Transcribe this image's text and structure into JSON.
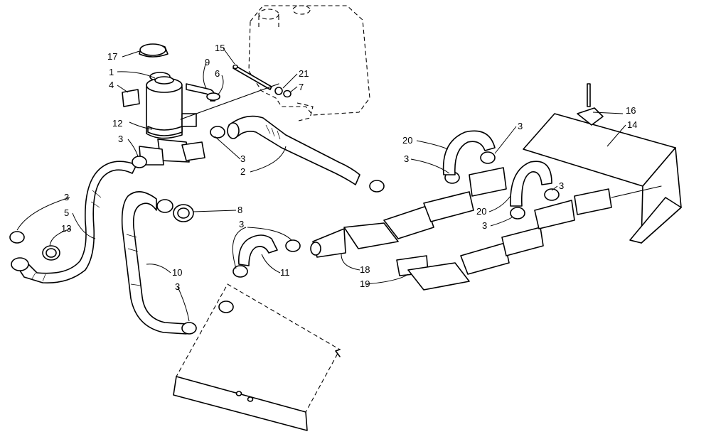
{
  "callouts": [
    {
      "id": "c17",
      "text": "17"
    },
    {
      "id": "c1",
      "text": "1"
    },
    {
      "id": "c4",
      "text": "4"
    },
    {
      "id": "c12",
      "text": "12"
    },
    {
      "id": "c3a",
      "text": "3"
    },
    {
      "id": "c15",
      "text": "15"
    },
    {
      "id": "c9",
      "text": "9"
    },
    {
      "id": "c6",
      "text": "6"
    },
    {
      "id": "c21",
      "text": "21"
    },
    {
      "id": "c7",
      "text": "7"
    },
    {
      "id": "c3b",
      "text": "3"
    },
    {
      "id": "c2",
      "text": "2"
    },
    {
      "id": "c20a",
      "text": "20"
    },
    {
      "id": "c3c",
      "text": "3"
    },
    {
      "id": "c3d",
      "text": "3"
    },
    {
      "id": "c16",
      "text": "16"
    },
    {
      "id": "c14",
      "text": "14"
    },
    {
      "id": "c3e",
      "text": "3"
    },
    {
      "id": "c5",
      "text": "5"
    },
    {
      "id": "c13",
      "text": "13"
    },
    {
      "id": "c8",
      "text": "8"
    },
    {
      "id": "c3f",
      "text": "3"
    },
    {
      "id": "c20b",
      "text": "20"
    },
    {
      "id": "c3g",
      "text": "3"
    },
    {
      "id": "c3h",
      "text": "3"
    },
    {
      "id": "c10",
      "text": "10"
    },
    {
      "id": "c11",
      "text": "11"
    },
    {
      "id": "c18",
      "text": "18"
    },
    {
      "id": "c19",
      "text": "19"
    },
    {
      "id": "c3i",
      "text": "3"
    }
  ]
}
